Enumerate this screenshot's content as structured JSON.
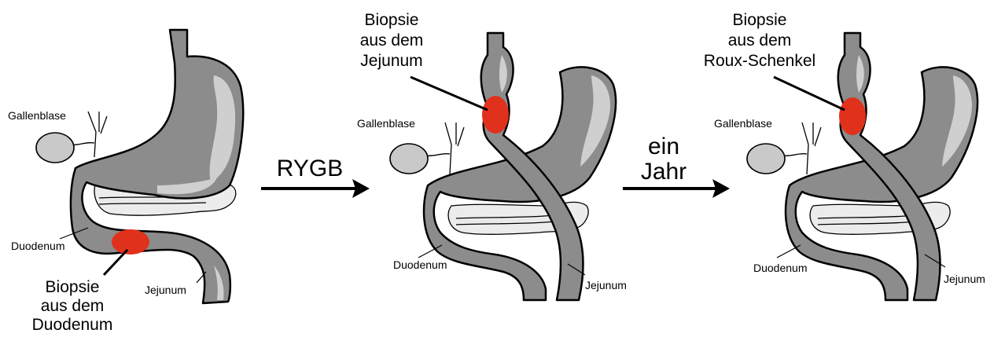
{
  "panels": {
    "before": {
      "gallbladder": "Gallenblase",
      "duodenum": "Duodenum",
      "jejunum": "Jejunum",
      "biopsy": [
        "Biopsie",
        "aus dem",
        "Duodenum"
      ]
    },
    "after_rygb": {
      "gallbladder": "Gallenblase",
      "duodenum": "Duodenum",
      "jejunum": "Jejunum",
      "biopsy": [
        "Biopsie",
        "aus dem",
        "Jejunum"
      ]
    },
    "one_year": {
      "gallbladder": "Gallenblase",
      "duodenum": "Duodenum",
      "jejunum": "Jejunum",
      "biopsy": [
        "Biopsie",
        "aus dem",
        "Roux-Schenkel"
      ]
    }
  },
  "arrows": {
    "first": [
      "RYGB"
    ],
    "second": [
      "ein",
      "Jahr"
    ]
  },
  "colors": {
    "organ": "#8c8c8c",
    "organ_highlight": "#cfcfcf",
    "biopsy": "#e0311c",
    "pancreas": "#ececec"
  }
}
